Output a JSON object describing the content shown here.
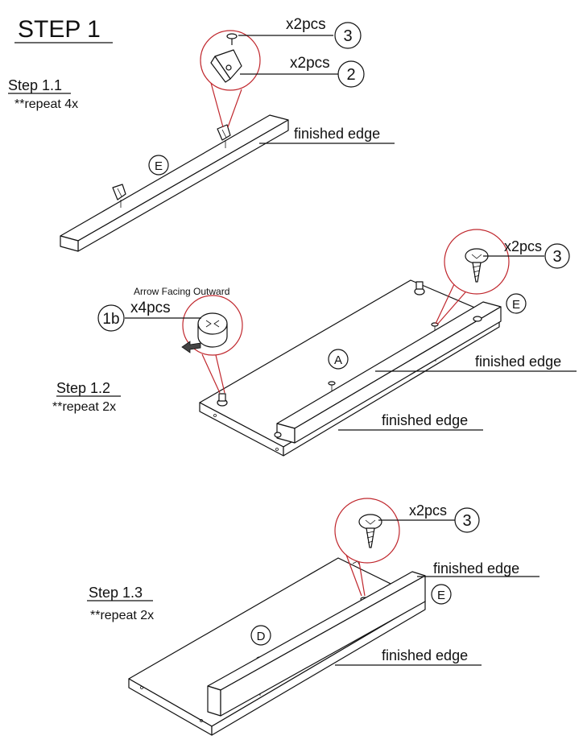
{
  "title": "STEP 1",
  "steps": [
    {
      "label": "Step 1.1",
      "note": "**repeat 4x"
    },
    {
      "label": "Step 1.2",
      "note": "**repeat 2x"
    },
    {
      "label": "Step 1.3",
      "note": "**repeat 2x"
    }
  ],
  "parts": {
    "screw_qty": "x2pcs",
    "screw_id": "3",
    "bracket_qty": "x2pcs",
    "bracket_id": "2",
    "cam_qty": "x4pcs",
    "cam_id": "1b",
    "cam_note": "Arrow Facing Outward"
  },
  "panels": {
    "E": "E",
    "A": "A",
    "D": "D"
  },
  "edge_label": "finished edge"
}
